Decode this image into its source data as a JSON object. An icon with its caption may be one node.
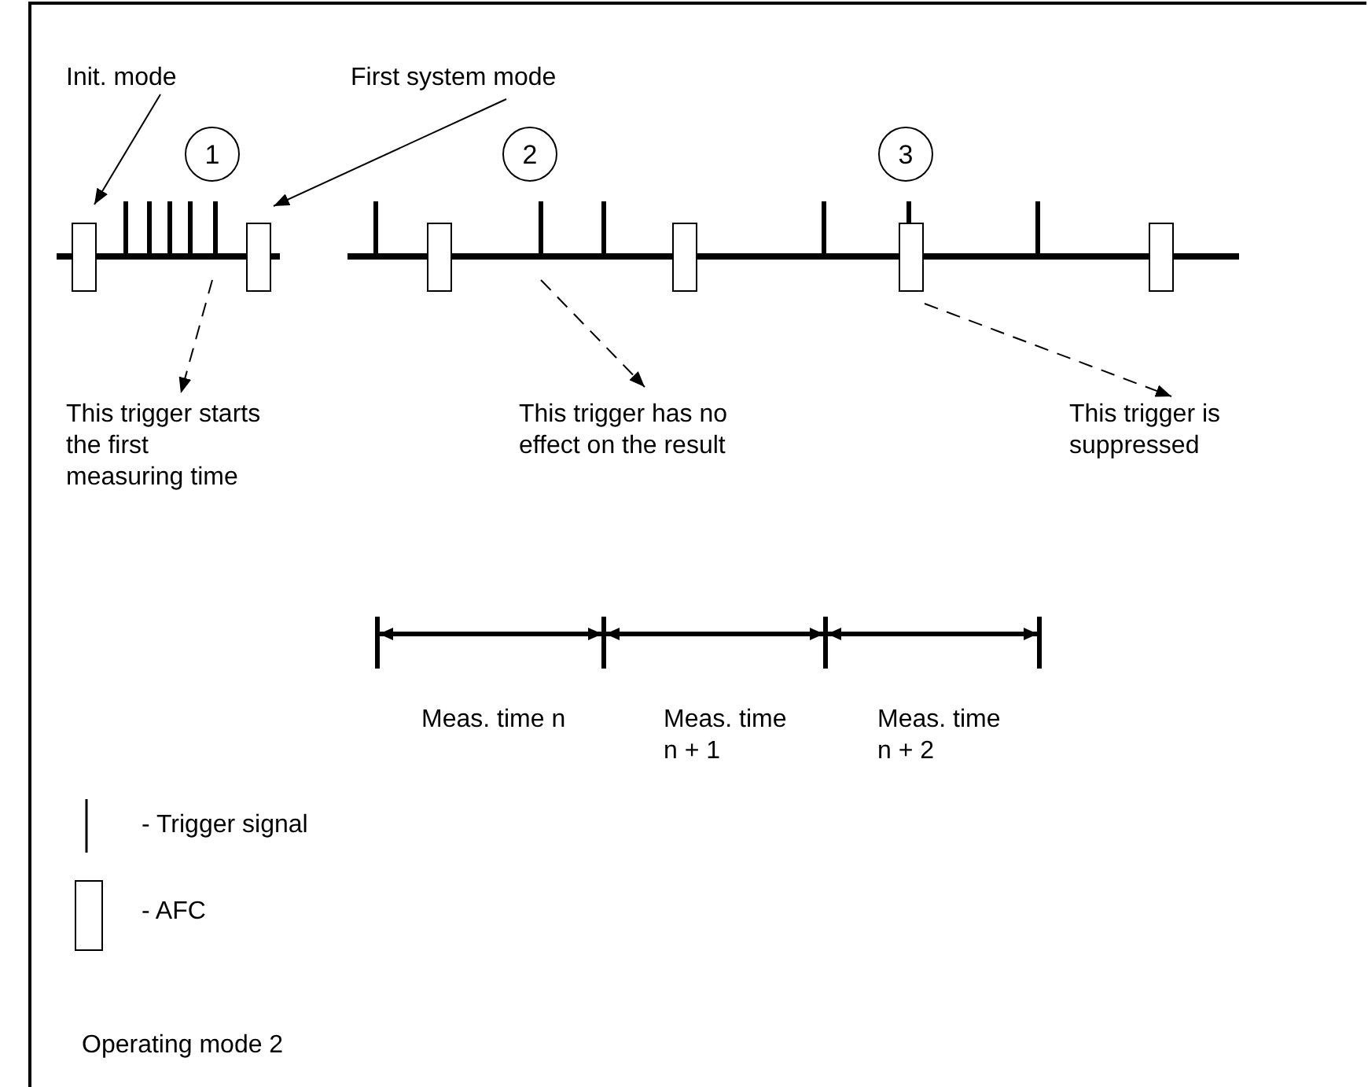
{
  "diagram": {
    "caption": "Operating mode 2",
    "nodes": [
      {
        "text": [
          "Init. mode"
        ]
      },
      {
        "text": [
          "First system mode"
        ]
      },
      {
        "text": [
          "1"
        ]
      },
      {
        "text": [
          "2"
        ]
      },
      {
        "text": [
          "3"
        ]
      },
      {
        "text": [],
        "shape": "box"
      },
      {
        "text": [],
        "shape": "bar"
      },
      {
        "text": [],
        "shape": "box"
      },
      {
        "text": [],
        "shape": "box"
      },
      {
        "text": [],
        "shape": "bar"
      },
      {
        "text": [],
        "shape": "box"
      },
      {
        "text": [],
        "shape": "box"
      },
      {
        "text": [],
        "shape": "box"
      },
      {
        "text": [
          "This trigger starts the first measuring time"
        ]
      },
      {
        "text": [
          "This trigger has no effect on the result"
        ]
      },
      {
        "text": [
          "This trigger is suppressed"
        ]
      }
    ],
    "edges": [
      {
        "from": 0,
        "to": 5,
        "arrow": "to"
      },
      {
        "from": 1,
        "to": 7,
        "arrow": "to"
      },
      {
        "from": 6,
        "to": 13,
        "arrow": "to",
        "style": "dashed"
      },
      {
        "from": 9,
        "to": 14,
        "arrow": "to",
        "style": "dashed"
      },
      {
        "from": 11,
        "to": 15,
        "arrow": "to",
        "style": "dashed"
      }
    ],
    "labels": [
      "Meas. time n",
      "Meas. time n + 1",
      "Meas. time n + 2"
    ],
    "legend": [
      {
        "text": "- Trigger signal"
      },
      {
        "text": "- AFC"
      }
    ]
  }
}
